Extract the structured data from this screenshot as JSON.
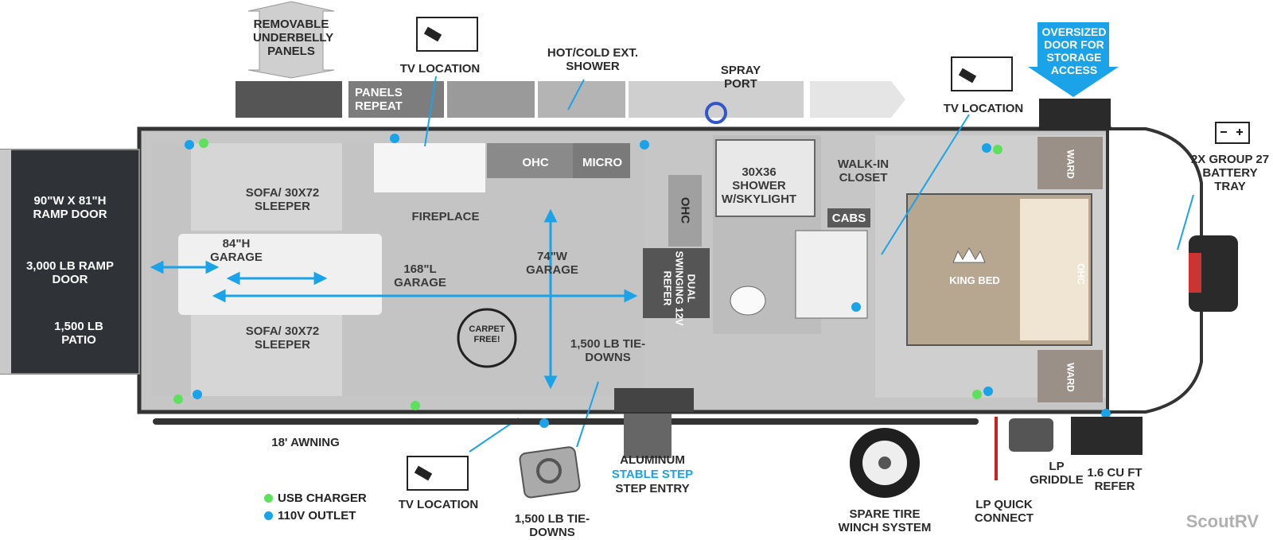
{
  "labels": {
    "removable_panels": "REMOVABLE UNDERBELLY PANELS",
    "tv_location_top": "TV LOCATION",
    "hot_cold_shower": "HOT/COLD EXT. SHOWER",
    "spray_port": "SPRAY PORT",
    "oversized_door": "OVERSIZED DOOR FOR STORAGE ACCESS",
    "tv_location_right": "TV LOCATION",
    "battery_tray": "2X GROUP 27 BATTERY TRAY",
    "panels_repeat": "PANELS REPEAT",
    "ramp_door_size": "90\"W x 81\"H RAMP DOOR",
    "ramp_door_weight": "3,000 LB RAMP DOOR",
    "patio": "1,500 LB PATIO",
    "sofa_top": "SOFA/ 30x72 SLEEPER",
    "sofa_bottom": "SOFA/ 30x72 SLEEPER",
    "garage_height": "84\"H GARAGE",
    "garage_length": "168\"L GARAGE",
    "garage_width": "74\"W GARAGE",
    "fireplace": "FIREPLACE",
    "ohc1": "OHC",
    "micro": "MICRO",
    "ohc_side": "OHC",
    "refer": "DUAL SWINGING 12V REFER",
    "shower": "30x36 SHOWER w/SKYLIGHT",
    "walkin_closet": "WALK-IN CLOSET",
    "cabs": "CABS",
    "king_bed": "KING BED",
    "ward_top": "WARD",
    "ward_bottom": "WARD",
    "ohc_bed": "OHC",
    "carpet_free": "CARPET FREE!",
    "tie_downs_inner": "1,500 LB TIE-DOWNS",
    "awning": "18' AWNING",
    "usb_charger": "USB CHARGER",
    "outlet_110v": "110V OUTLET",
    "tv_location_bottom": "TV LOCATION",
    "tie_downs_bottom": "1,500 LB TIE-DOWNS",
    "aluminum": "ALUMINUM",
    "stable_step": "STABLE STEP",
    "step_entry": "STEP ENTRY",
    "spare_tire": "SPARE TIRE WINCH SYSTEM",
    "lp_quick": "LP QUICK CONNECT",
    "lp_griddle": "LP GRIDDLE",
    "refer_small": "1.6 CU FT REFER",
    "brand": "ScoutRV"
  },
  "colors": {
    "usb": "#5ee05e",
    "outlet": "#1aa3e8",
    "accent_blue": "#1aa3e8",
    "floor": "#b9b9b9",
    "wall": "#3a3a3a"
  },
  "icons": [
    "tv-icon",
    "battery-icon",
    "crown-icon",
    "tire-icon",
    "tie-down-icon"
  ]
}
